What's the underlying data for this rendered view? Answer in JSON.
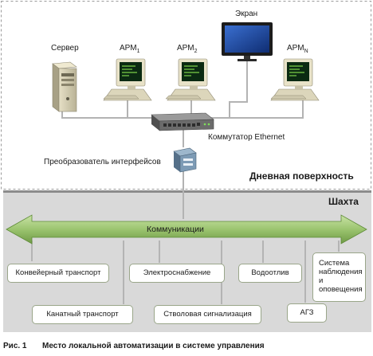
{
  "zones": {
    "surface_label": "Дневная поверхность",
    "mine_label": "Шахта"
  },
  "devices": {
    "server": "Сервер",
    "arm": "АРМ",
    "arm1_sub": "1",
    "arm2_sub": "2",
    "armN_sub": "N",
    "screen": "Экран",
    "switch": "Коммутатор Ethernet",
    "converter": "Преобразователь интерфейсов"
  },
  "bus": {
    "label": "Коммуникации"
  },
  "subsystems": [
    {
      "label": "Конвейерный транспорт"
    },
    {
      "label": "Электроснабжение"
    },
    {
      "label": "Водоотлив"
    },
    {
      "label": "Система\nнаблюдения\nи\nоповещения"
    },
    {
      "label": "Канатный транспорт"
    },
    {
      "label": "Стволовая сигнализация"
    },
    {
      "label": "АГЗ"
    }
  ],
  "caption": {
    "number": "Рис. 1",
    "text": "Место локальной автоматизации в системе управления"
  },
  "colors": {
    "mine_bg": "#d9d9d9",
    "bus_green": "#9bc46f",
    "wire": "#b3b3b3",
    "screen_blue": "#1b3f8f"
  }
}
